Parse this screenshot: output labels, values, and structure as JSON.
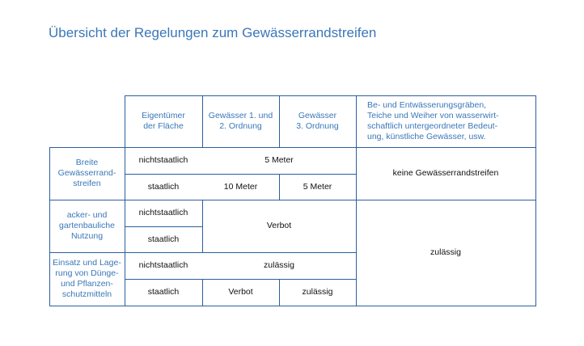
{
  "title": "Übersicht der Regelungen zum Gewässerrandstreifen",
  "header": {
    "eigentuemer": "Eigentümer\nder Fläche",
    "ordnung1": "Gewässer 1. und\n2. Ordnung",
    "ordnung3": "Gewässer\n3. Ordnung",
    "sonstige": "Be- und Entwässerungsgräben,\nTeiche und Weiher von wasserwirt-\nschaftlich untergeordneter Bedeut-\nung, künstliche Gewässer, usw."
  },
  "rows": {
    "breite": {
      "label": "Breite\nGewässerrand-\nstreifen",
      "nichtstaatlich": "nichtstaatlich",
      "nichtstaatlich_value": "5 Meter",
      "staatlich": "staatlich",
      "staatlich_o1": "10 Meter",
      "staatlich_o3": "5 Meter",
      "sonstige": "keine Gewässerrandstreifen"
    },
    "nutzung": {
      "label": "acker- und\ngartenbauliche\nNutzung",
      "nichtstaatlich": "nichtstaatlich",
      "staatlich": "staatlich",
      "value": "Verbot"
    },
    "duenge": {
      "label": "Einsatz und Lage-\nrung von Dünge-\nund Pflanzen-\nschutzmitteln",
      "nichtstaatlich": "nichtstaatlich",
      "nichtstaatlich_value": "zulässig",
      "staatlich": "staatlich",
      "staatlich_o1": "Verbot",
      "staatlich_o3": "zulässig"
    },
    "sonstige_lower": "zulässig"
  }
}
